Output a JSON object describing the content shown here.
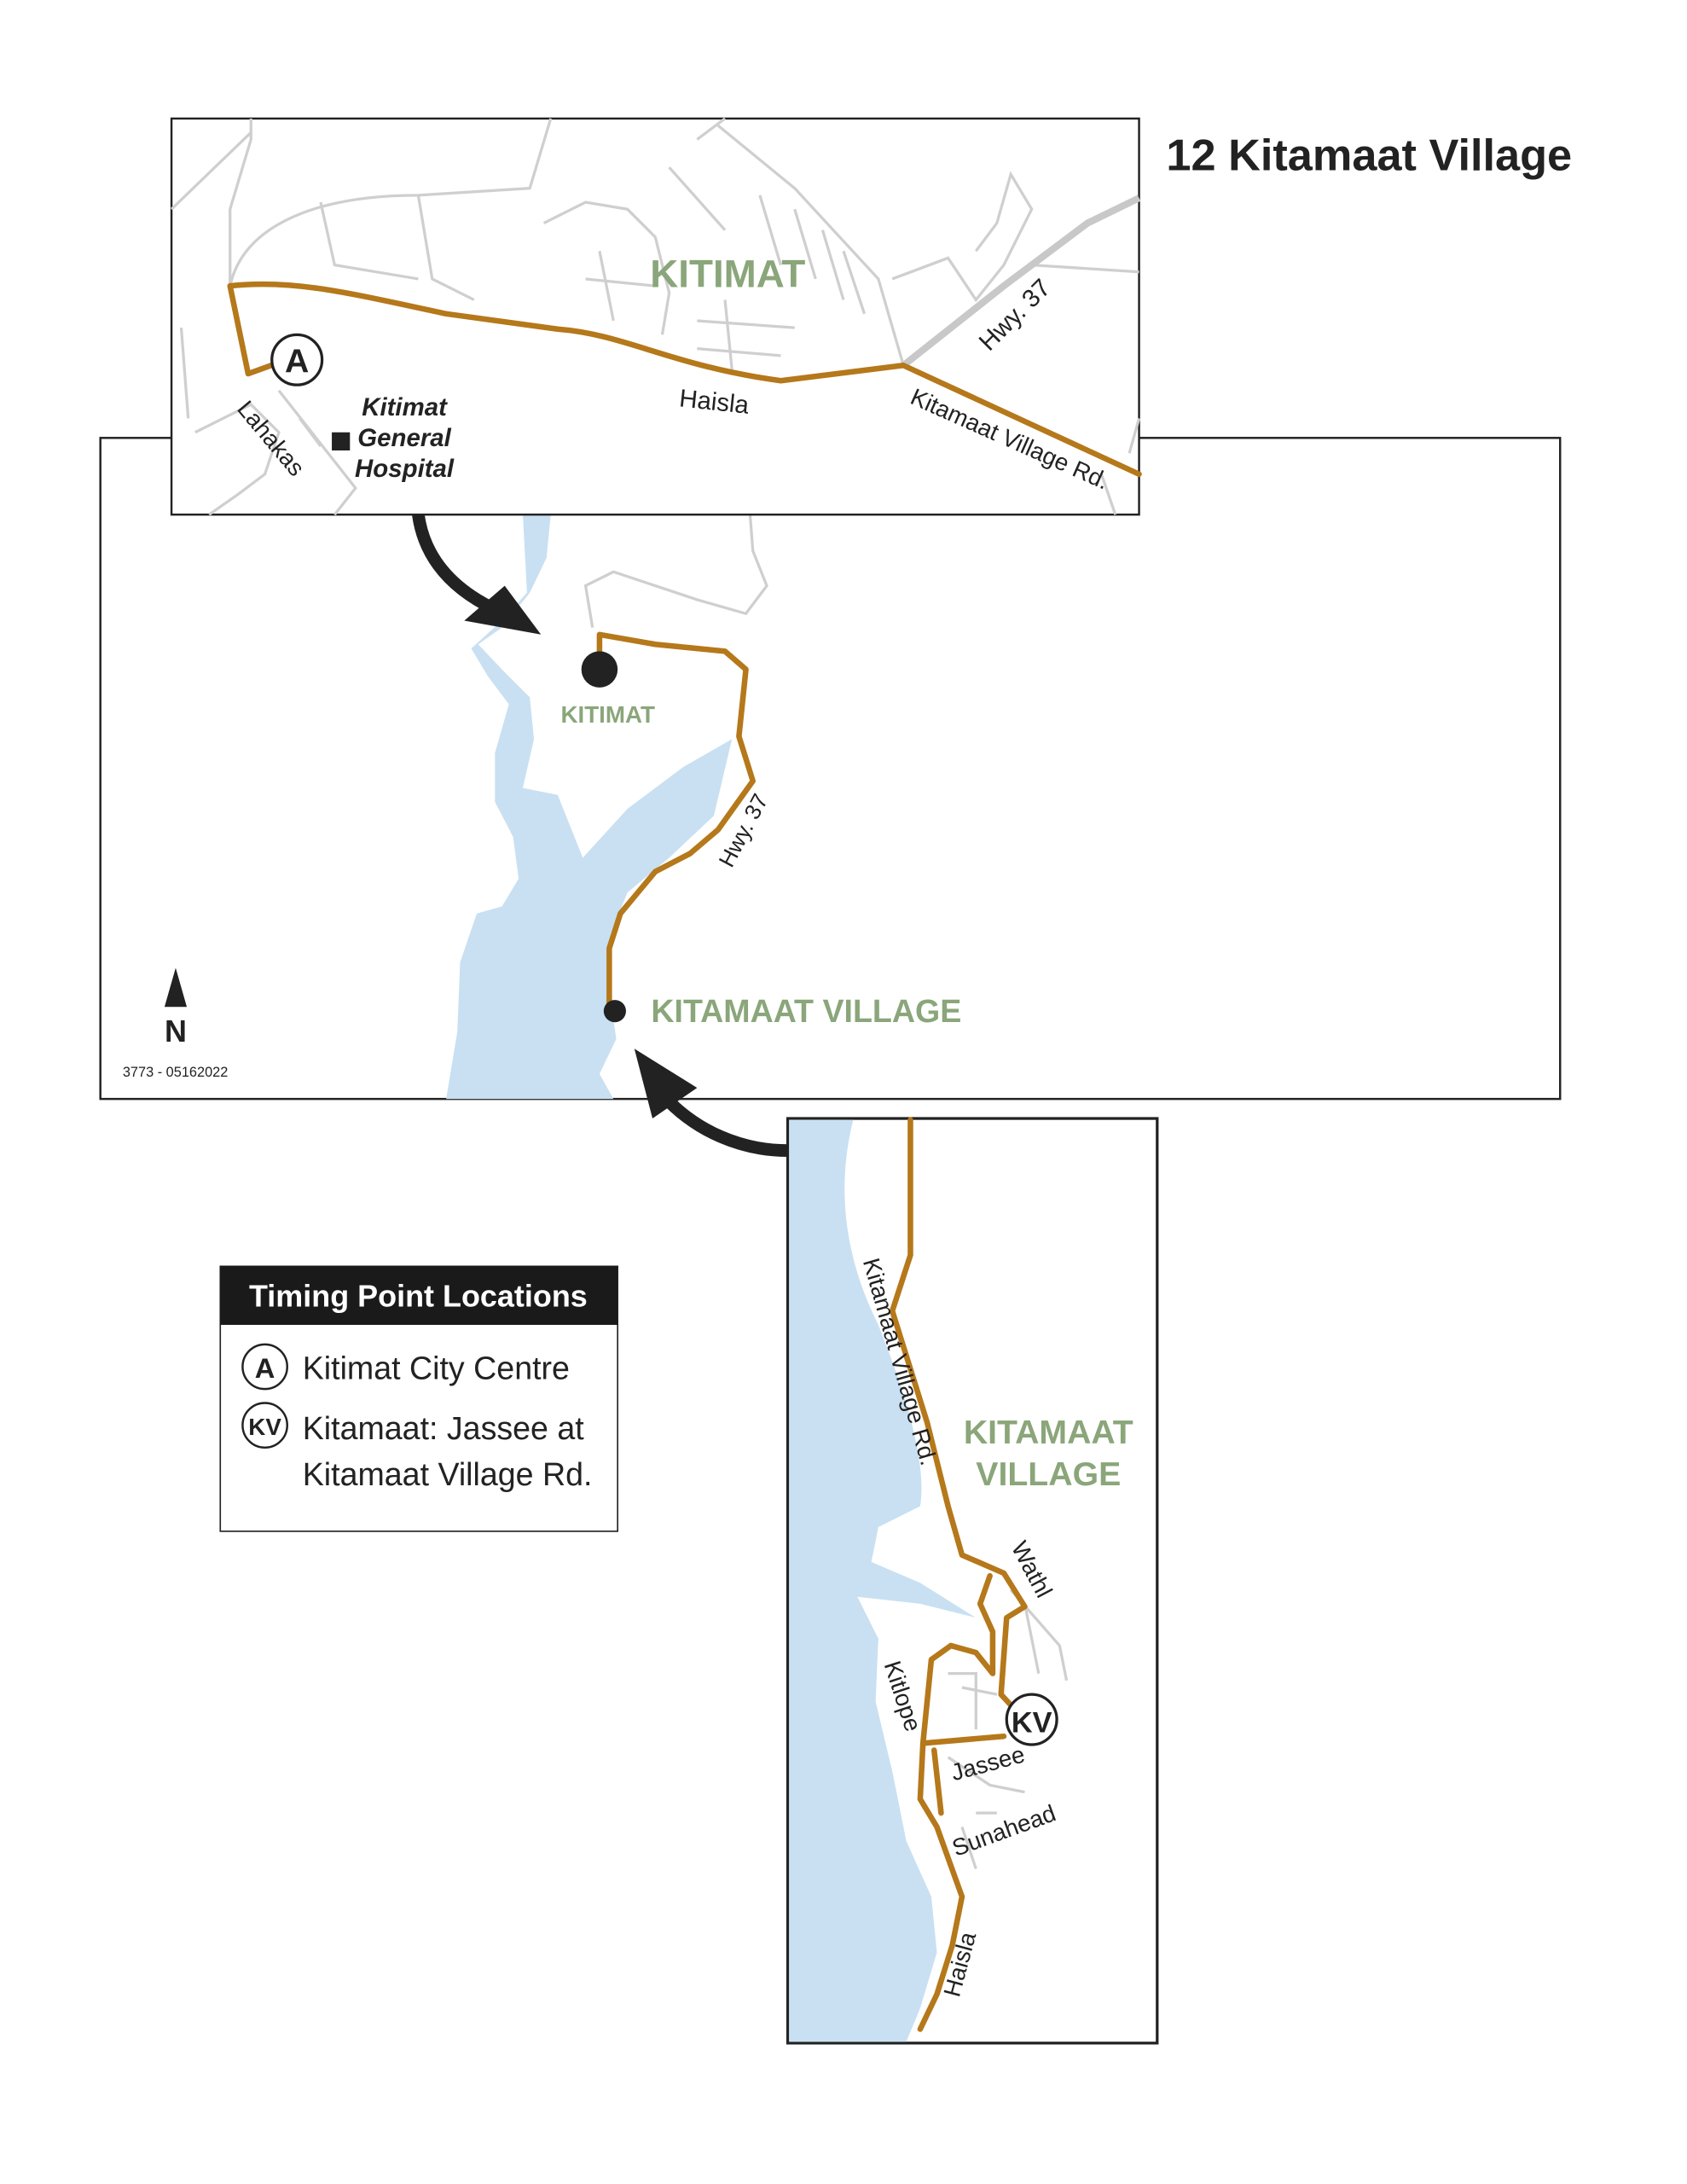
{
  "title": "12 Kitamaat Village",
  "colors": {
    "route": "#b5781a",
    "water": "#c8e0f2",
    "place_label": "#8aa67a",
    "road": "#cfcfcf"
  },
  "top_inset": {
    "town": "KITIMAT",
    "roads": {
      "hwy": "Hwy. 37",
      "haisla": "Haisla",
      "village_rd": "Kitamaat Village Rd.",
      "lahakas": "Lahakas"
    },
    "hospital": [
      "Kitimat",
      "General",
      "Hospital"
    ],
    "timing_point": "A"
  },
  "overview": {
    "town": "KITIMAT",
    "hwy": "Hwy. 37",
    "village": "KITAMAAT VILLAGE",
    "north": "N",
    "code": "3773 - 05162022"
  },
  "bottom_inset": {
    "village": [
      "KITAMAAT",
      "VILLAGE"
    ],
    "roads": {
      "village_rd": "Kitamaat Village Rd.",
      "wathl": "Wathl",
      "kitlope": "Kitlope",
      "jassee": "Jassee",
      "sunahead": "Sunahead",
      "haisla": "Haisla"
    },
    "timing_point": "KV"
  },
  "legend": {
    "title": "Timing Point Locations",
    "items": [
      {
        "code": "A",
        "lines": [
          "Kitimat City Centre"
        ]
      },
      {
        "code": "KV",
        "lines": [
          "Kitamaat: Jassee at",
          "Kitamaat Village Rd."
        ]
      }
    ]
  }
}
